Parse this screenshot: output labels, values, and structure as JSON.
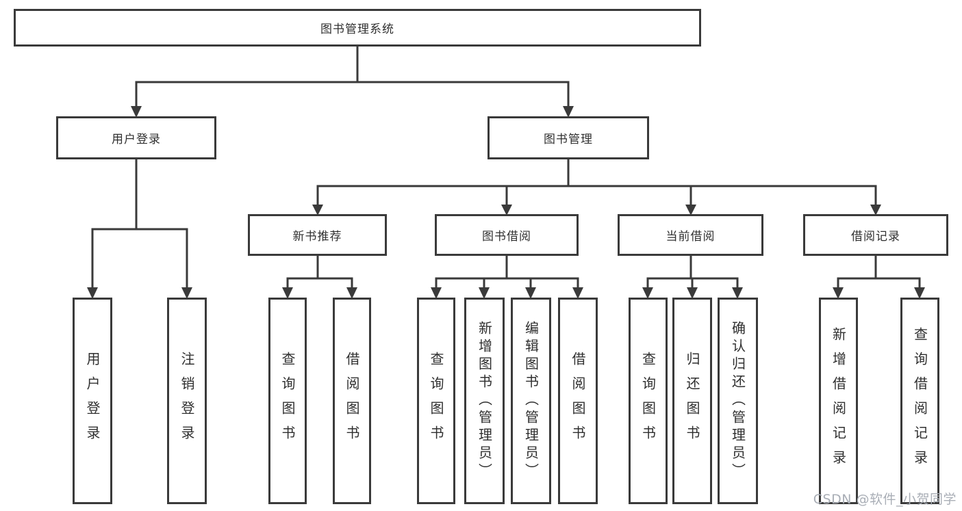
{
  "diagram": {
    "root": {
      "label": "图书管理系统"
    },
    "branches": [
      {
        "label": "用户登录",
        "children": [
          {
            "label": "用户登录"
          },
          {
            "label": "注销登录"
          }
        ]
      },
      {
        "label": "图书管理",
        "children": [
          {
            "label": "新书推荐",
            "children": [
              {
                "label": "查询图书"
              },
              {
                "label": "借阅图书"
              }
            ]
          },
          {
            "label": "图书借阅",
            "children": [
              {
                "label": "查询图书"
              },
              {
                "label": "新增图书（管理员）"
              },
              {
                "label": "编辑图书（管理员）"
              },
              {
                "label": "借阅图书"
              }
            ]
          },
          {
            "label": "当前借阅",
            "children": [
              {
                "label": "查询图书"
              },
              {
                "label": "归还图书"
              },
              {
                "label": "确认归还（管理员）"
              }
            ]
          },
          {
            "label": "借阅记录",
            "children": [
              {
                "label": "新增借阅记录"
              },
              {
                "label": "查询借阅记录"
              }
            ]
          }
        ]
      }
    ]
  },
  "watermark": {
    "text": "CSDN @软件_小贺同学"
  },
  "colors": {
    "line": "#3a3a3a",
    "box_border": "#3a3a3a",
    "text": "#2f2f2f",
    "watermark": "#a9aeb6",
    "background": "#ffffff"
  }
}
